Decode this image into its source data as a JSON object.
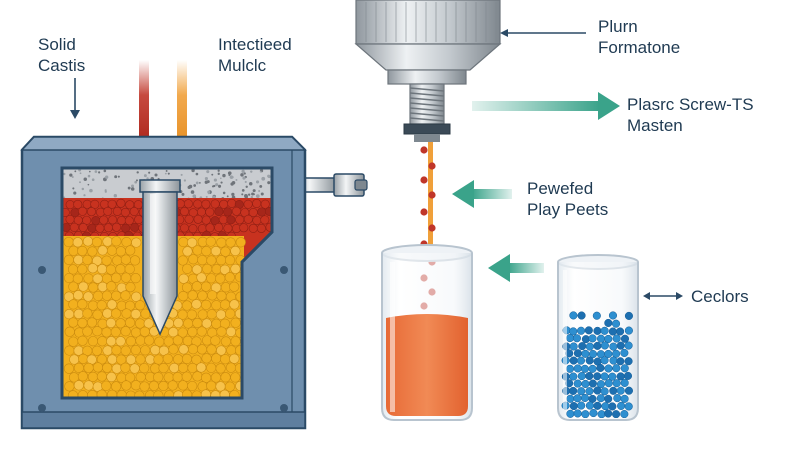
{
  "labels": {
    "solid_castis": [
      "Solid",
      "Castis"
    ],
    "injected_mold": [
      "Intectieed",
      "Mulclc"
    ],
    "plunger": [
      "Plurn",
      "Formatone"
    ],
    "screw": [
      "Plasrc Screw-TS",
      "Masten"
    ],
    "pellets": [
      "Pewefed",
      "Play Peets"
    ],
    "colors": [
      "Ceclors"
    ]
  },
  "colors": {
    "outline": "#2b4a66",
    "mold_body": "#6f8fae",
    "mold_body_light": "#8fa9c3",
    "mold_inner": "#d9e1ea",
    "powder": "#c9ccd0",
    "red_pellet": "#c8321f",
    "yellow_pellet": "#f2b01e",
    "blue_pellet": "#2e8fd0",
    "orange_stream": "#f0a03a",
    "red_stream": "#c0362a",
    "liquid": "#ee7a45",
    "teal_arrow": "#3aa38a",
    "steel": "#b9c0c6"
  }
}
